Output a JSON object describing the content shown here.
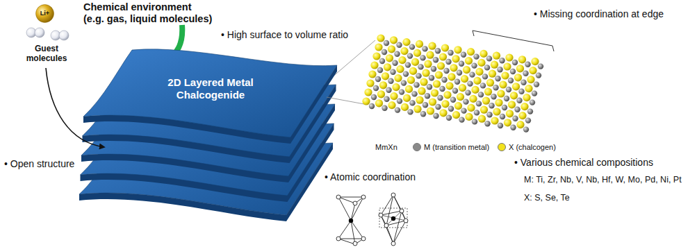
{
  "diagram": {
    "nodes": [
      {
        "text": [
          "2D Layered Metal Chalcogenide"
        ]
      },
      {
        "text": [
          "Li+"
        ]
      }
    ],
    "labels": [
      "Chemical environment (e.g. gas, liquid molecules)",
      "• High surface to volume ratio",
      "Guest molecules",
      "• Open structure",
      "• Missing coordination at edge",
      "MmXn",
      "• Various chemical compositions",
      "M: Ti, Zr, Nb, V, Nb, Hf, W, Mo, Pd, Ni, Pt",
      "X: S, Se, Te",
      "• Atomic coordination"
    ],
    "legend": [
      {
        "text": "M (transition metal)",
        "color": "#8a8a8a"
      },
      {
        "text": "X (chalcogen)",
        "color": "#f2e21c"
      }
    ]
  }
}
